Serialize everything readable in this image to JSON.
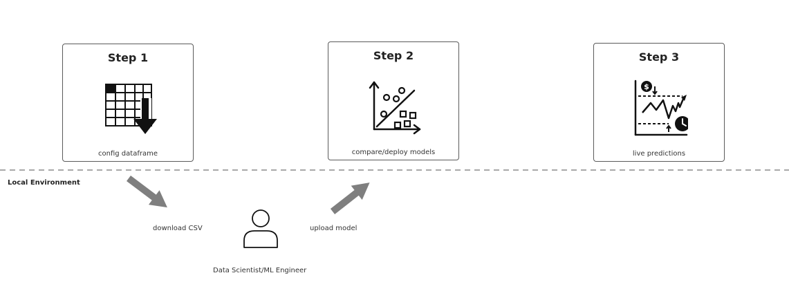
{
  "steps": [
    {
      "title": "Step 1",
      "caption": "config dataframe",
      "icon": "table-download-icon"
    },
    {
      "title": "Step 2",
      "caption": "compare/deploy models",
      "icon": "scatter-plot-icon"
    },
    {
      "title": "Step 3",
      "caption": "live predictions",
      "icon": "live-chart-icon"
    }
  ],
  "environment_label": "Local Environment",
  "flows": {
    "download": "download CSV",
    "upload": "upload model"
  },
  "actor": {
    "label": "Data Scientist/ML Engineer",
    "icon": "person-icon"
  },
  "colors": {
    "arrow": "#7f7f7f",
    "divider": "#8c8c8c",
    "border": "#5a5a5a"
  }
}
